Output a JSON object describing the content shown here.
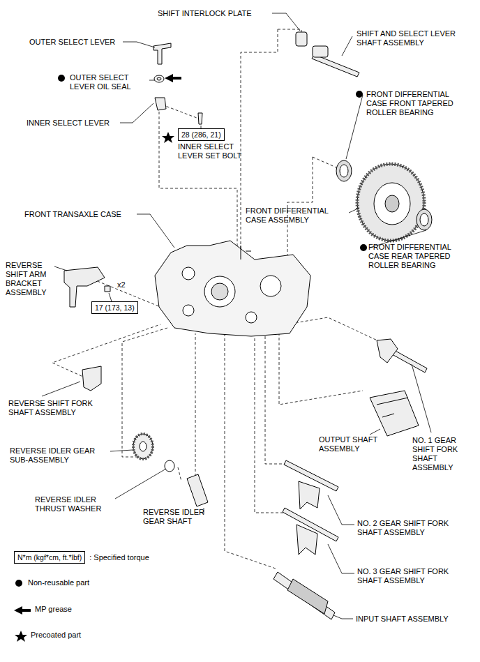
{
  "diagram": {
    "nodes": [
      {
        "text": [
          "28 (286, 21)"
        ]
      },
      {
        "text": [
          "17 (173, 13)"
        ]
      },
      {
        "text": [
          "N*m (kgf*cm, ft.*lbf)"
        ]
      }
    ],
    "edges": [],
    "labels": [
      "SHIFT INTERLOCK PLATE",
      "SHIFT AND SELECT LEVER SHAFT ASSEMBLY",
      "OUTER SELECT LEVER",
      "OUTER SELECT LEVER OIL SEAL",
      "INNER SELECT LEVER",
      "INNER SELECT LEVER SET BOLT",
      "FRONT DIFFERENTIAL CASE FRONT TAPERED ROLLER BEARING",
      "FRONT TRANSAXLE CASE",
      "FRONT DIFFERENTIAL CASE ASSEMBLY",
      "FRONT DIFFERENTIAL CASE REAR TAPERED ROLLER BEARING",
      "REVERSE SHIFT ARM BRACKET ASSEMBLY",
      "x2",
      "REVERSE SHIFT FORK SHAFT ASSEMBLY",
      "OUTPUT SHAFT ASSEMBLY",
      "NO. 1 GEAR SHIFT FORK SHAFT ASSEMBLY",
      "REVERSE IDLER GEAR SUB-ASSEMBLY",
      "REVERSE IDLER THRUST WASHER",
      "REVERSE IDLER GEAR SHAFT",
      "NO. 2 GEAR SHIFT FORK SHAFT ASSEMBLY",
      "NO. 3 GEAR SHIFT FORK SHAFT ASSEMBLY",
      "INPUT SHAFT ASSEMBLY"
    ],
    "legend": [
      {
        "text": ": Specified torque"
      },
      {
        "text": "Non-reusable part"
      },
      {
        "text": "MP grease"
      },
      {
        "text": "Precoated part"
      }
    ]
  }
}
